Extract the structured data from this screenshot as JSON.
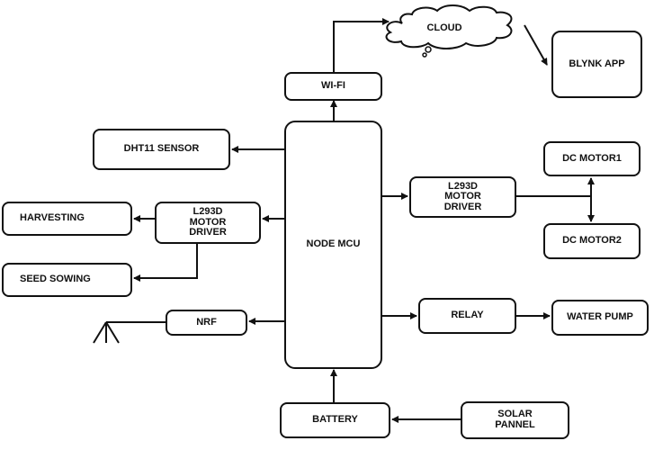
{
  "blocks": {
    "cloud": "CLOUD",
    "blynk_app": "BLYNK APP",
    "wifi": "WI-FI",
    "dht11": "DHT11 SENSOR",
    "node_mcu": "NODE  MCU",
    "motor_driver_right": "L293D\nMOTOR\nDRIVER",
    "dc_motor1": "DC MOTOR1",
    "dc_motor2": "DC MOTOR2",
    "harvesting": "HARVESTING",
    "motor_driver_left": "L293D\nMOTOR\nDRIVER",
    "seed_sowing": "SEED SOWING",
    "nrf": "NRF",
    "relay": "RELAY",
    "water_pump": "WATER PUMP",
    "battery": "BATTERY",
    "solar_panel": "SOLAR\nPANNEL"
  },
  "colors": {
    "stroke": "#111111",
    "background": "#ffffff"
  },
  "icons": {
    "antenna": "antenna-icon",
    "cloud": "cloud-shape"
  }
}
